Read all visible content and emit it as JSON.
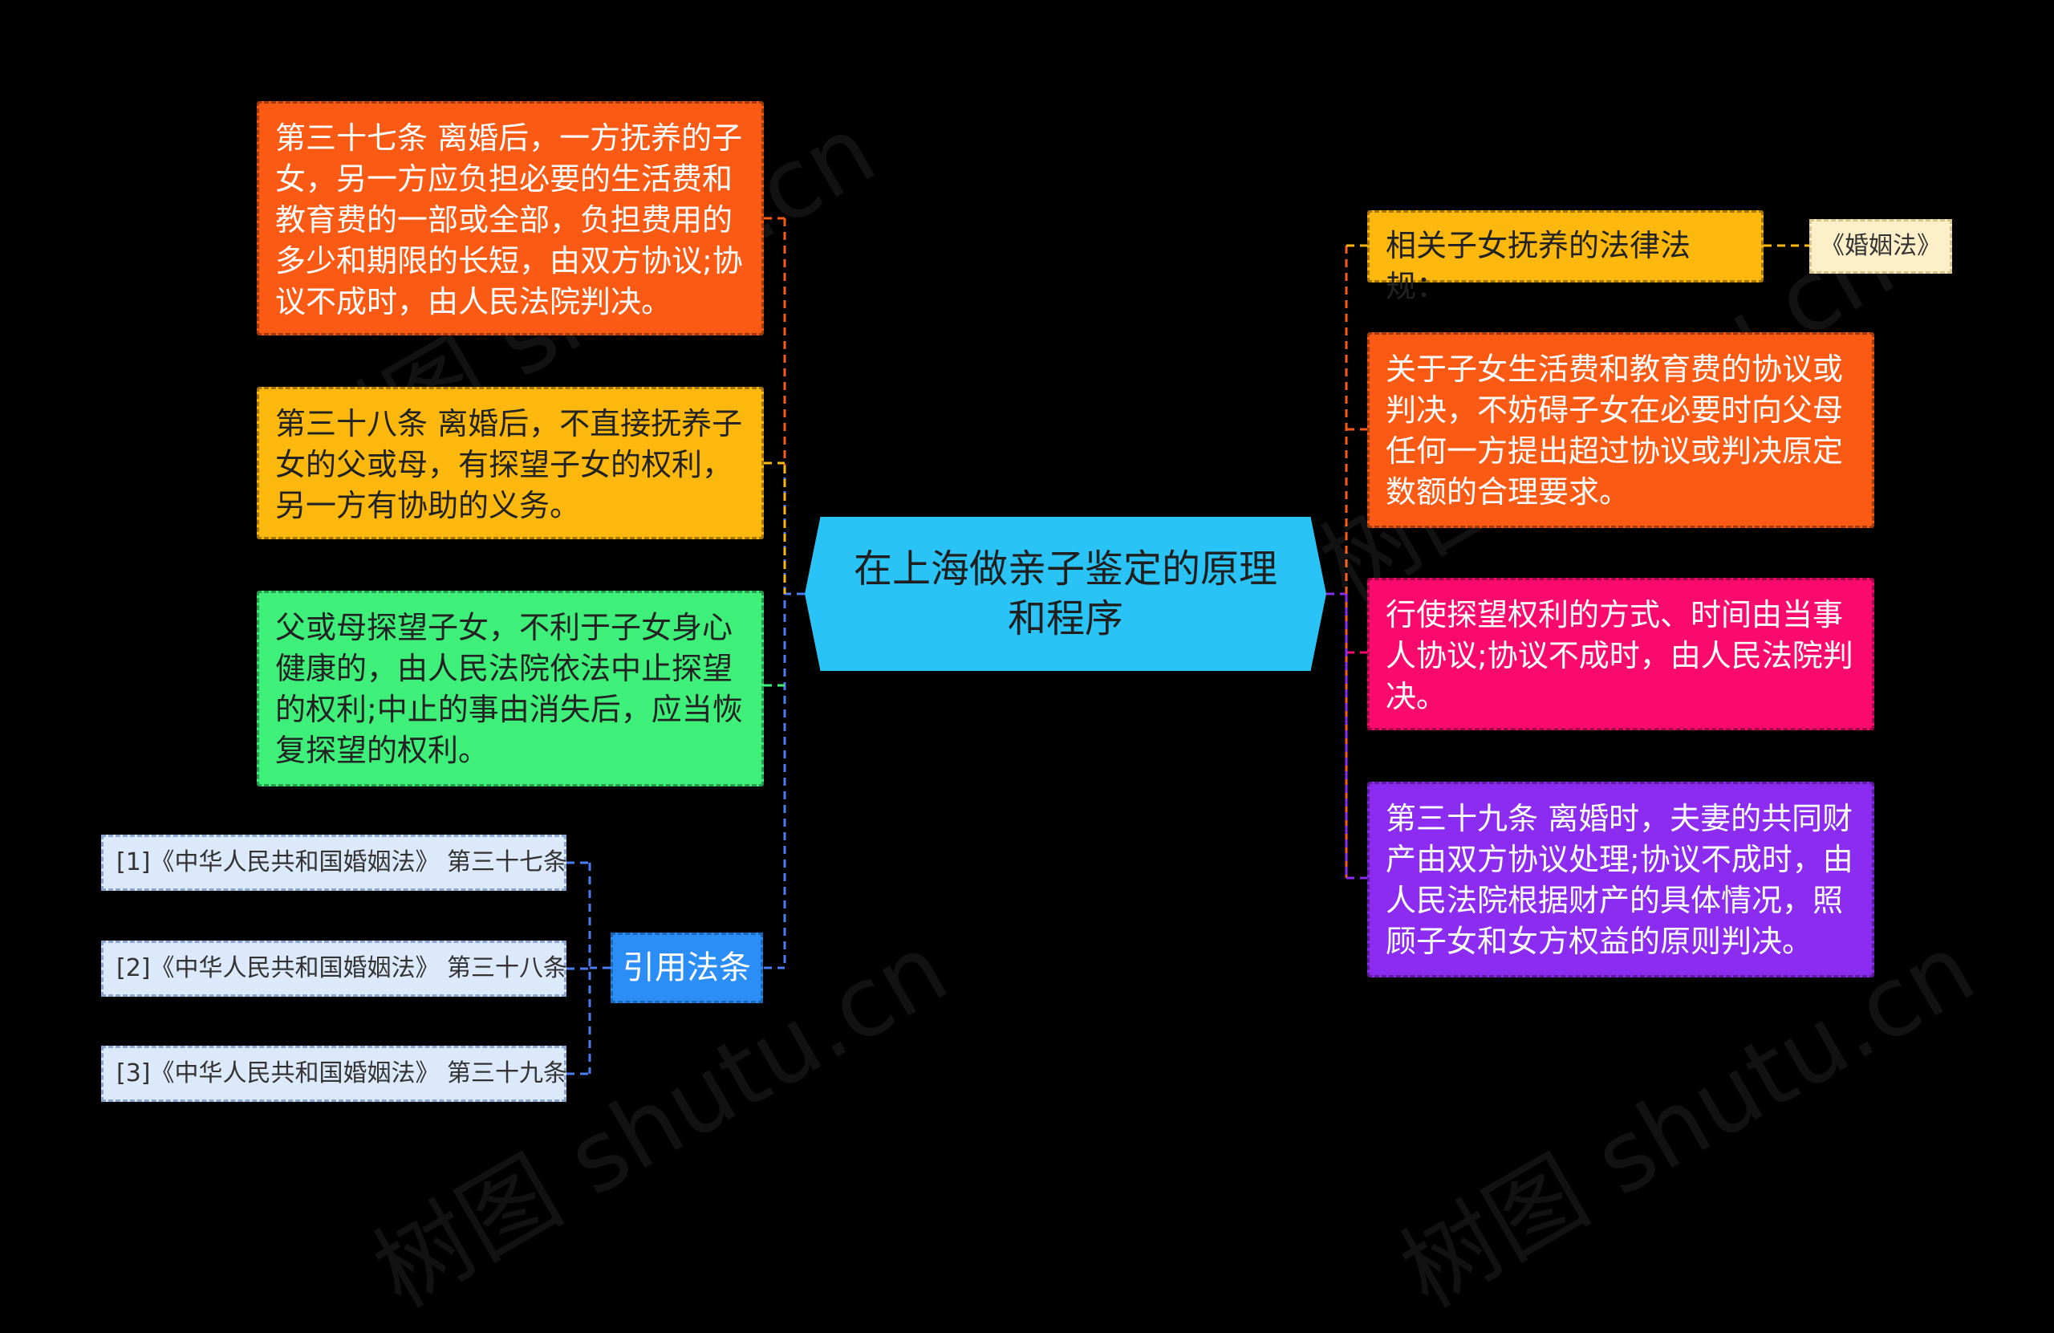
{
  "center": "在上海做亲子鉴定的原理和程序",
  "left": [
    {
      "text": "第三十七条 离婚后，一方抚养的子女，另一方应负担必要的生活费和教育费的一部或全部，负担费用的多少和期限的长短，由双方协议;协议不成时，由人民法院判决。",
      "color": "#fb5a14"
    },
    {
      "text": "第三十八条 离婚后，不直接抚养子女的父或母，有探望子女的权利，另一方有协助的义务。",
      "color": "#fdb80d"
    },
    {
      "text": "父或母探望子女，不利于子女身心健康的，由人民法院依法中止探望的权利;中止的事由消失后，应当恢复探望的权利。",
      "color": "#3ef07a"
    }
  ],
  "cite_label": "引用法条",
  "refs": [
    "[1]《中华人民共和国婚姻法》 第三十七条",
    "[2]《中华人民共和国婚姻法》 第三十八条",
    "[3]《中华人民共和国婚姻法》 第三十九条"
  ],
  "right": [
    {
      "text": "相关子女抚养的法律法规：",
      "color": "#fdb80d"
    },
    {
      "text": "关于子女生活费和教育费的协议或判决，不妨碍子女在必要时向父母任何一方提出超过协议或判决原定数额的合理要求。",
      "color": "#fb5a14"
    },
    {
      "text": "行使探望权利的方式、时间由当事人协议;协议不成时，由人民法院判决。",
      "color": "#fb0a6e"
    },
    {
      "text": "第三十九条 离婚时，夫妻的共同财产由双方协议处理;协议不成时，由人民法院根据财产的具体情况，照顾子女和女方权益的原则判决。",
      "color": "#8b2cf0"
    }
  ],
  "law_name": "《婚姻法》",
  "watermark": "树图 shutu.cn"
}
